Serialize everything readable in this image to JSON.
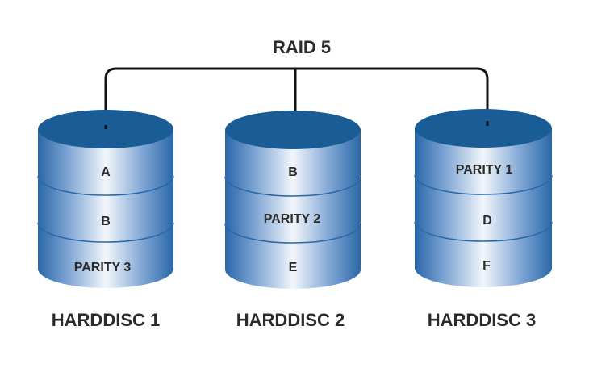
{
  "title": "RAID 5",
  "colors": {
    "top_fill": "#1a5d96",
    "body_dark": "#2a67a8",
    "body_light": "#f2f6fb",
    "line": "#111111",
    "text": "#2b2b2b"
  },
  "disks": [
    {
      "label": "HARDDISC 1",
      "segments": [
        "A",
        "B",
        "PARITY 3"
      ]
    },
    {
      "label": "HARDDISC 2",
      "segments": [
        "B",
        "PARITY 2",
        "E"
      ]
    },
    {
      "label": "HARDDISC 3",
      "segments": [
        "PARITY 1",
        "D",
        "F"
      ]
    }
  ]
}
